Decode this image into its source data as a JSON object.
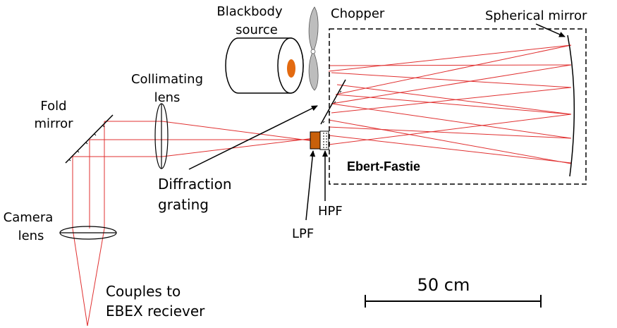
{
  "labels": {
    "blackbody_line1": "Blackbody",
    "blackbody_line2": "source",
    "chopper": "Chopper",
    "spherical_mirror": "Spherical mirror",
    "collimating_line1": "Collimating",
    "collimating_line2": "lens",
    "fold_line1": "Fold",
    "fold_line2": "mirror",
    "ebert_fastie": "Ebert-Fastie",
    "diffraction_line1": "Diffraction",
    "diffraction_line2": "grating",
    "hpf": "HPF",
    "lpf": "LPF",
    "camera_line1": "Camera",
    "camera_line2": "lens",
    "couples_line1": "Couples to",
    "couples_line2": "EBEX reciever",
    "scale_bar": "50 cm"
  },
  "colors": {
    "beam": "#e03030",
    "filter_lpf": "#c8600a",
    "source_core": "#e36a10",
    "chopper": "#bdbdbd",
    "outline": "#000000"
  }
}
